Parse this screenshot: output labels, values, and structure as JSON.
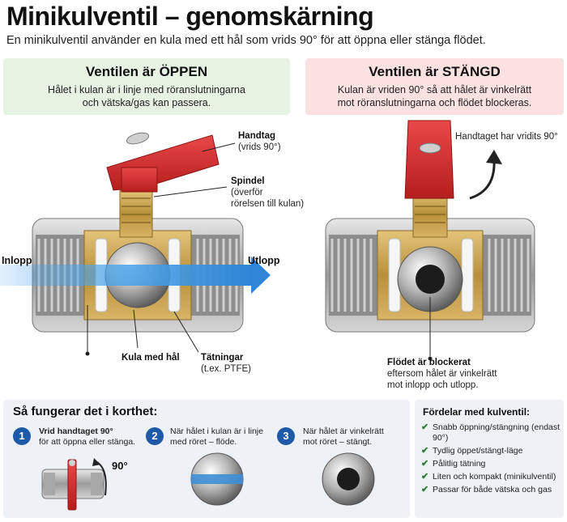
{
  "header": {
    "title": "Minikulventil – genomskärning",
    "subtitle": "En minikulventil använder en kula med ett hål som vrids 90° för att öppna eller stänga flödet."
  },
  "open_panel": {
    "title": "Ventilen är ÖPPEN",
    "description_line1": "Hålet i kulan är i linje med röranslutningarna",
    "description_line2": "och vätska/gas kan passera."
  },
  "closed_panel": {
    "title": "Ventilen är STÄNGD",
    "description_line1": "Kulan är vriden 90° så att hålet är vinkelrätt",
    "description_line2": "mot röranslutningarna och flödet blockeras."
  },
  "labels": {
    "handle_title": "Handtag",
    "handle_desc": "(vrids 90°)",
    "spindle_title": "Spindel",
    "spindle_desc1": "(överför",
    "spindle_desc2": "rörelsen till kulan)",
    "inlet": "Inlopp",
    "outlet": "Utlopp",
    "ball": "Kula med hål",
    "seals_title": "Tätningar",
    "seals_desc": "(t.ex. PTFE)",
    "handle_turned": "Handtaget har vridits 90°",
    "blocked_title": "Flödet är blockerat",
    "blocked_desc1": "eftersom hålet är vinkelrätt",
    "blocked_desc2": "mot inlopp och utlopp."
  },
  "how_it_works": {
    "title": "Så fungerar det i korthet:",
    "steps": [
      {
        "num": "1",
        "line1": "Vrid handtaget 90°",
        "line2": "för att öppna eller stänga."
      },
      {
        "num": "2",
        "line1": "När hålet i kulan är i linje",
        "line2": "med röret – flöde."
      },
      {
        "num": "3",
        "line1": "När hålet är vinkelrätt",
        "line2": "mot röret – stängt."
      }
    ],
    "angle_label": "90°"
  },
  "advantages": {
    "title": "Fördelar med kulventil:",
    "items": [
      "Snabb öppning/stängning (endast 90°)",
      "Tydlig öppet/stängt-läge",
      "Pålitlig tätning",
      "Liten och kompakt (minikulventil)",
      "Passar för både vätska och gas"
    ]
  },
  "colors": {
    "open_bg": "#e6f2e2",
    "closed_bg": "#fbe1e0",
    "handle_red": "#d32f2f",
    "brass": "#c9a14a",
    "flow_blue": "#4aa3e8",
    "step_blue": "#1e5aa8",
    "check_green": "#2f7d32"
  }
}
